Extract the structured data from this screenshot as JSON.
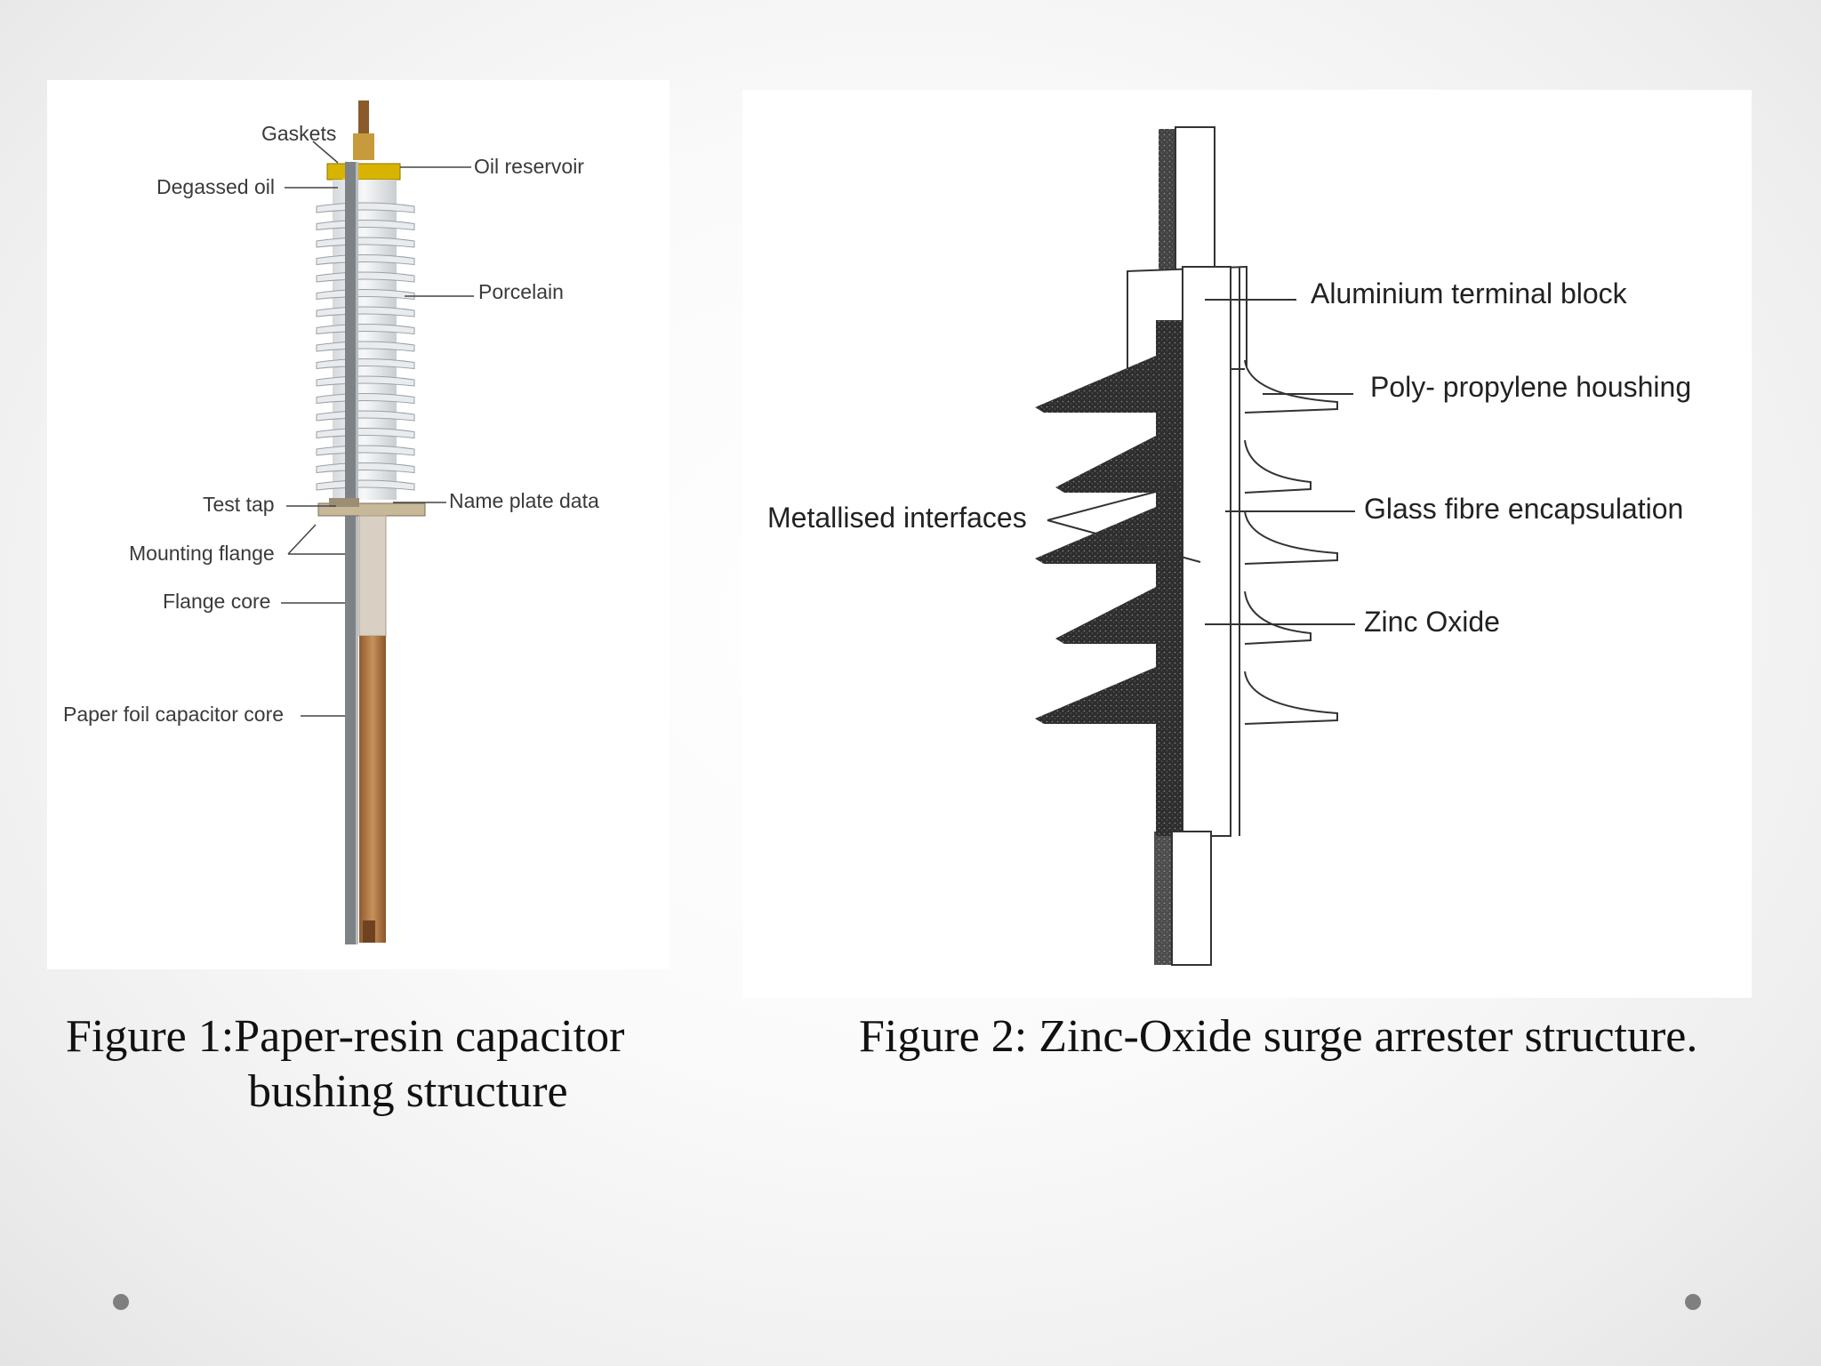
{
  "figure1": {
    "labels": {
      "gaskets": "Gaskets",
      "degassed_oil": "Degassed oil",
      "oil_reservoir": "Oil reservoir",
      "porcelain": "Porcelain",
      "test_tap": "Test tap",
      "name_plate_data": "Name plate data",
      "mounting_flange": "Mounting flange",
      "flange_core": "Flange core",
      "paper_foil_capacitor_core": "Paper foil capacitor core"
    },
    "caption_line1": "Figure 1:Paper-resin capacitor",
    "caption_line2": "bushing structure"
  },
  "figure2": {
    "labels": {
      "aluminium_terminal_block": "Aluminium terminal block",
      "poly_propylene_housing": "Poly- propylene houshing",
      "glass_fibre_encapsulation": "Glass fibre encapsulation",
      "metallised_interfaces": "Metallised interfaces",
      "zinc_oxide": "Zinc Oxide"
    },
    "caption": "Figure 2:  Zinc-Oxide surge arrester structure."
  },
  "colors": {
    "porcelain": "#eef0f2",
    "flange": "#c8b89a",
    "copper_core": "#b57c4a",
    "oil_reservoir": "#d8b400",
    "arrester_shading": "#3a3a3a"
  }
}
